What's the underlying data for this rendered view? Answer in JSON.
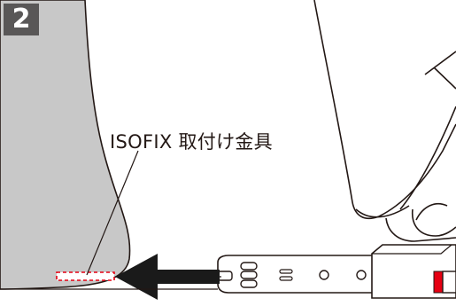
{
  "step": {
    "number": "2"
  },
  "callout": {
    "label": "ISOFIX 取付け金具"
  },
  "arrow": {
    "direction": "left"
  },
  "colors": {
    "badge_bg": "#595757",
    "seat_gray": "#c8c8c8",
    "outline": "#231815",
    "anchor_marker": "#e60012",
    "connector_accent": "#e60012"
  },
  "icons": {
    "insert_arrow": "arrow-left-icon",
    "anchor_marker": "dashed-rectangle-icon"
  }
}
